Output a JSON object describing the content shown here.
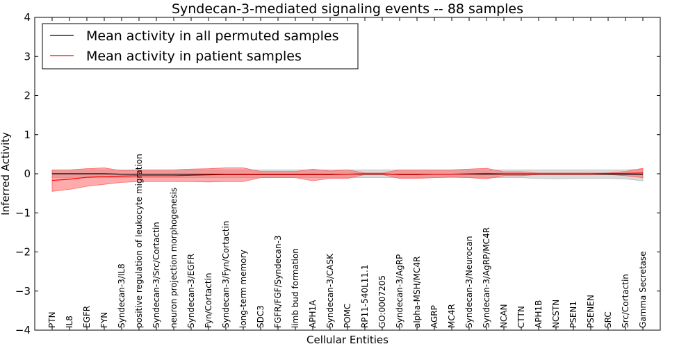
{
  "chart_data": {
    "type": "line",
    "title": "Syndecan-3-mediated signaling events -- 88 samples",
    "xlabel": "Cellular Entities",
    "ylabel": "Inferred Activity",
    "ylim": [
      -4,
      4
    ],
    "yticks": [
      -4,
      -3,
      -2,
      -1,
      0,
      1,
      2,
      3,
      4
    ],
    "ytick_labels": [
      "−4",
      "−3",
      "−2",
      "−1",
      "0",
      "1",
      "2",
      "3",
      "4"
    ],
    "grid": false,
    "legend_position": "top-left",
    "categories": [
      "PTN",
      "IL8",
      "EGFR",
      "FYN",
      "Syndecan-3/IL8",
      "positive regulation of leukocyte migration",
      "Syndecan-3/Src/Cortactin",
      "neuron projection morphogenesis",
      "Syndecan-3/EGFR",
      "Fyn/Cortactin",
      "Syndecan-3/Fyn/Cortactin",
      "long-term memory",
      "SDC3",
      "FGFR/FGF/Syndecan-3",
      "limb bud formation",
      "APH1A",
      "Syndecan-3/CASK",
      "POMC",
      "RP11-540L11.1",
      "GO:0007205",
      "Syndecan-3/AgRP",
      "alpha-MSH/MC4R",
      "AGRP",
      "MC4R",
      "Syndecan-3/Neurocan",
      "Syndecan-3/AgRP/MC4R",
      "NCAN",
      "CTTN",
      "APH1B",
      "NCSTN",
      "PSEN1",
      "PSENEN",
      "SRC",
      "Src/Cortactin",
      "Gamma Secretase"
    ],
    "series": [
      {
        "name": "Mean activity in all permuted samples",
        "color": "#000000",
        "band_color": "#bbbbbb",
        "values": [
          0.0,
          0.0,
          0.0,
          0.0,
          -0.01,
          -0.01,
          -0.01,
          -0.01,
          -0.01,
          -0.01,
          -0.01,
          -0.01,
          -0.01,
          -0.01,
          -0.01,
          -0.01,
          -0.01,
          -0.01,
          -0.01,
          -0.01,
          -0.01,
          -0.01,
          -0.01,
          -0.01,
          -0.01,
          -0.01,
          -0.01,
          -0.01,
          -0.01,
          -0.01,
          -0.01,
          -0.01,
          -0.01,
          -0.01,
          -0.02
        ],
        "lower": [
          -0.1,
          -0.1,
          -0.1,
          -0.1,
          -0.1,
          -0.1,
          -0.1,
          -0.1,
          -0.1,
          -0.1,
          -0.1,
          -0.1,
          -0.1,
          -0.1,
          -0.1,
          -0.1,
          -0.1,
          -0.1,
          -0.1,
          -0.1,
          -0.1,
          -0.1,
          -0.1,
          -0.1,
          -0.1,
          -0.1,
          -0.1,
          -0.1,
          -0.12,
          -0.13,
          -0.12,
          -0.12,
          -0.12,
          -0.13,
          -0.18
        ],
        "upper": [
          0.1,
          0.1,
          0.1,
          0.1,
          0.1,
          0.1,
          0.1,
          0.1,
          0.1,
          0.1,
          0.1,
          0.1,
          0.1,
          0.1,
          0.1,
          0.1,
          0.1,
          0.1,
          0.1,
          0.1,
          0.1,
          0.1,
          0.1,
          0.1,
          0.1,
          0.1,
          0.1,
          0.1,
          0.1,
          0.1,
          0.1,
          0.1,
          0.1,
          0.1,
          0.12
        ]
      },
      {
        "name": "Mean activity in patient samples",
        "color": "#ff0000",
        "band_color": "#ff6666",
        "values": [
          -0.17,
          -0.14,
          -0.09,
          -0.07,
          -0.06,
          -0.05,
          -0.05,
          -0.05,
          -0.04,
          -0.03,
          -0.02,
          -0.02,
          -0.02,
          -0.02,
          -0.02,
          -0.02,
          -0.02,
          -0.01,
          0.0,
          0.0,
          -0.02,
          -0.02,
          -0.01,
          -0.01,
          0.0,
          0.01,
          0.0,
          0.0,
          0.0,
          0.0,
          0.0,
          0.0,
          0.01,
          0.01,
          0.02
        ],
        "lower": [
          -0.45,
          -0.4,
          -0.32,
          -0.27,
          -0.22,
          -0.2,
          -0.2,
          -0.2,
          -0.2,
          -0.21,
          -0.2,
          -0.2,
          -0.1,
          -0.1,
          -0.1,
          -0.18,
          -0.12,
          -0.12,
          -0.02,
          -0.02,
          -0.12,
          -0.12,
          -0.1,
          -0.08,
          -0.1,
          -0.13,
          -0.05,
          -0.05,
          -0.02,
          -0.02,
          -0.02,
          -0.02,
          -0.02,
          -0.05,
          -0.1
        ],
        "upper": [
          0.1,
          0.1,
          0.13,
          0.15,
          0.08,
          0.1,
          0.1,
          0.1,
          0.12,
          0.13,
          0.15,
          0.15,
          0.06,
          0.06,
          0.06,
          0.12,
          0.07,
          0.1,
          0.02,
          0.02,
          0.1,
          0.1,
          0.1,
          0.1,
          0.12,
          0.14,
          0.05,
          0.05,
          0.02,
          0.02,
          0.02,
          0.02,
          0.02,
          0.06,
          0.14
        ]
      }
    ]
  }
}
